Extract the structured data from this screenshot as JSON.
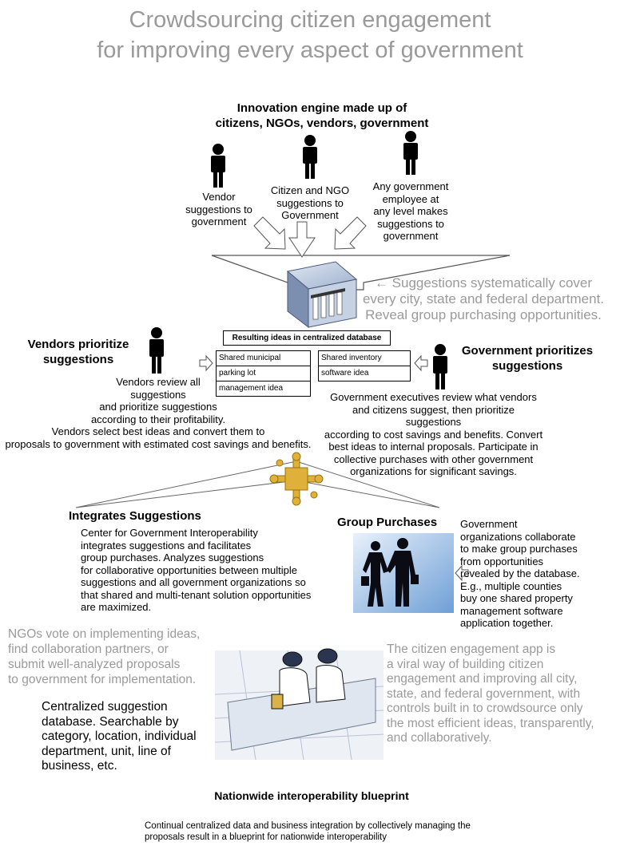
{
  "title": {
    "line1": "Crowdsourcing citizen engagement",
    "line2": "for improving every aspect of government"
  },
  "engine": {
    "heading1": "Innovation engine made up of",
    "heading2": "citizens, NGOs, vendors, government",
    "vendor_text": "Vendor\nsuggestions to\ngovernment",
    "citizen_text": "Citizen and NGO\nsuggestions to\nGovernment",
    "gov_text": "Any government\nemployee at\nany level makes\nsuggestions to\ngovernment"
  },
  "coverage_note": "← Suggestions systematically cover\nevery city, state and federal department.\nReveal group purchasing opportunities.",
  "database": {
    "header": "Resulting ideas in centralized database",
    "left_cells": [
      "Shared municipal",
      "parking lot",
      "management idea"
    ],
    "right_cells": [
      "Shared inventory",
      "software idea"
    ]
  },
  "vendors": {
    "heading": "Vendors prioritize\nsuggestions",
    "text": "Vendors review all\nsuggestions\nand  prioritize suggestions\naccording to their profitability.\nVendors select best ideas and convert them to\nproposals to government with estimated cost savings and benefits."
  },
  "government": {
    "heading": "Government prioritizes\nsuggestions",
    "text": "Government executives review what vendors\nand citizens suggest, then prioritize suggestions\naccording to cost savings and benefits. Convert\nbest ideas to internal proposals. Participate in\ncollective purchases with other government\norganizations for significant savings."
  },
  "integrates": {
    "heading": "Integrates Suggestions",
    "text": "Center for Government Interoperability\nintegrates suggestions and facilitates\ngroup purchases. Analyzes suggestions\nfor collaborative opportunities between multiple\nsuggestions and all government organizations so\nthat shared and multi-tenant solution opportunities\nare maximized."
  },
  "group_purchases": {
    "heading": "Group Purchases",
    "text": "Government\norganizations collaborate\nto make group purchases\nfrom opportunities\nrevealed by the database.\nE.g., multiple counties\nbuy one shared property\nmanagement software\napplication together."
  },
  "ngo_note": "NGOs vote on implementing ideas,\nfind collaboration partners, or\nsubmit well-analyzed proposals\nto government for implementation.",
  "app_note": "The citizen engagement app is\na viral way of building citizen\nengagement and improving all city,\nstate, and federal government, with\ncontrols built in to crowdsource only\nthe most efficient ideas, transparently,\nand collaboratively.",
  "centralized_db": "Centralized suggestion\ndatabase. Searchable by\ncategory, location, individual\ndepartment, unit, line of\nbusiness, etc.",
  "blueprint": {
    "heading": "Nationwide interoperability blueprint",
    "text": "Continual centralized data and business integration by collectively managing the\nproposals result in a blueprint for nationwide interoperability"
  },
  "icons": [
    "person-icon",
    "building-icon",
    "puzzle-icon",
    "handshake-image",
    "architects-image",
    "arrow-icon"
  ]
}
